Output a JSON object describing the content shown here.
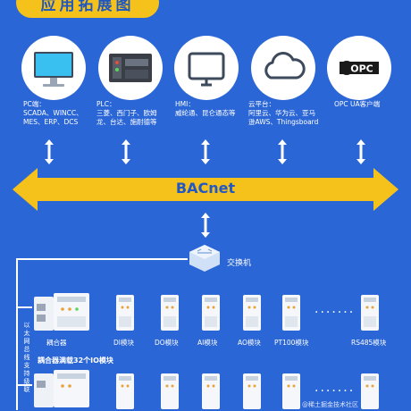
{
  "title": "应用拓展图",
  "endpoints": [
    {
      "name": "pc",
      "label": "PC端：\nSCADA、WINCC、\nMES、ERP、DCS",
      "icon": "monitor-icon"
    },
    {
      "name": "plc",
      "label": "PLC：\n三菱、西门子、欧姆\n龙、台达、施耐德等",
      "icon": "plc-icon"
    },
    {
      "name": "hmi",
      "label": "HMI：\n威纶通、昆仑通态等",
      "icon": "hmi-screen-icon"
    },
    {
      "name": "cloud",
      "label": "云平台：\n阿里云、华为云、亚马\n逊AWS、Thingsboard",
      "icon": "cloud-icon"
    },
    {
      "name": "opc",
      "label": "OPC  UA客户端",
      "icon": "opc-logo-icon",
      "logo_text": "OPC"
    }
  ],
  "bus": {
    "label": "BACnet"
  },
  "switch": {
    "label": "交换机"
  },
  "coupler": {
    "label": "耦合器"
  },
  "modules": [
    "DI模块",
    "DO模块",
    "AI模块",
    "AO模块",
    "PT100模块",
    "RS485模块"
  ],
  "ellipsis": "·······",
  "side_text": "以太网总线支持级联",
  "capacity_label": "耦合器满载32个IO模块",
  "watermark": "@稀土掘金技术社区",
  "colors": {
    "background": "#2b66d6",
    "accent": "#f5c21b",
    "bus_text": "#2257c4"
  }
}
